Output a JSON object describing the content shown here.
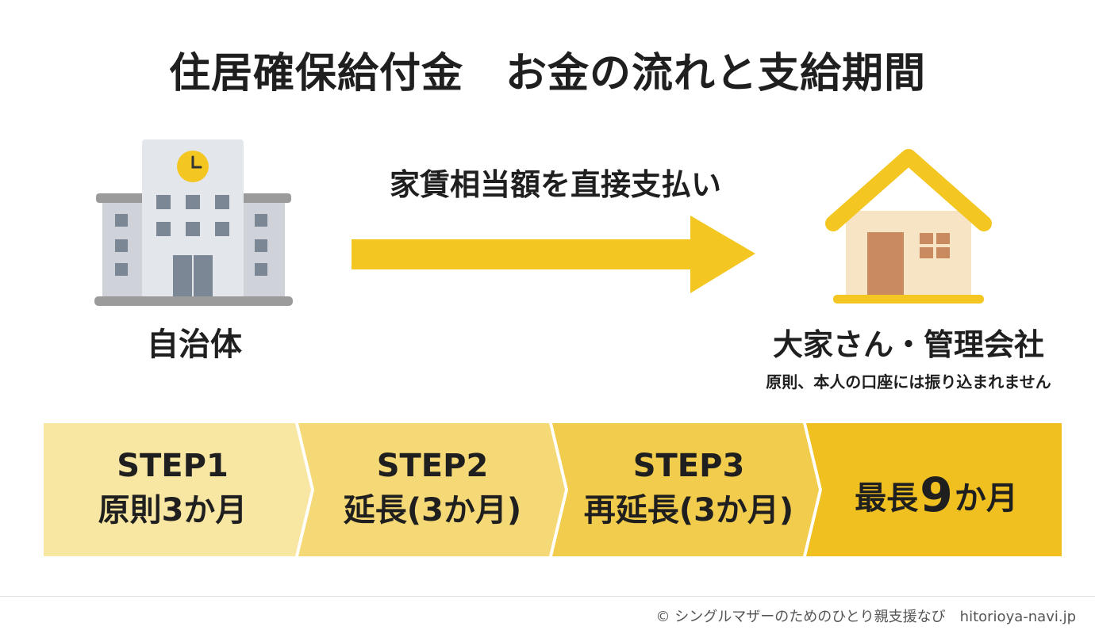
{
  "title": "住居確保給付金　お金の流れと支給期間",
  "flow": {
    "from_label": "自治体",
    "arrow_label": "家賃相当額を直接支払い",
    "to_label": "大家さん・管理会社",
    "to_note": "原則、本人の口座には振り込まれません"
  },
  "steps": [
    {
      "line1": "STEP1",
      "line2": "原則3か月"
    },
    {
      "line1": "STEP2",
      "line2": "延長(3か月)"
    },
    {
      "line1": "STEP3",
      "line2": "再延長(3か月)"
    }
  ],
  "final_step": {
    "prefix": "最長",
    "number": "9",
    "suffix": "か月"
  },
  "footer": "© シングルマザーのためのひとり親支援なび　hitorioya-navi.jp",
  "colors": {
    "step1": "#f8e6a3",
    "step2": "#f5d976",
    "step3": "#f2cc4c",
    "final": "#f0c020",
    "arrow": "#f3c622",
    "roof": "#f3c622"
  },
  "icons": {
    "building": "city-hall-building-icon",
    "house": "house-icon",
    "clock": "clock-icon"
  }
}
